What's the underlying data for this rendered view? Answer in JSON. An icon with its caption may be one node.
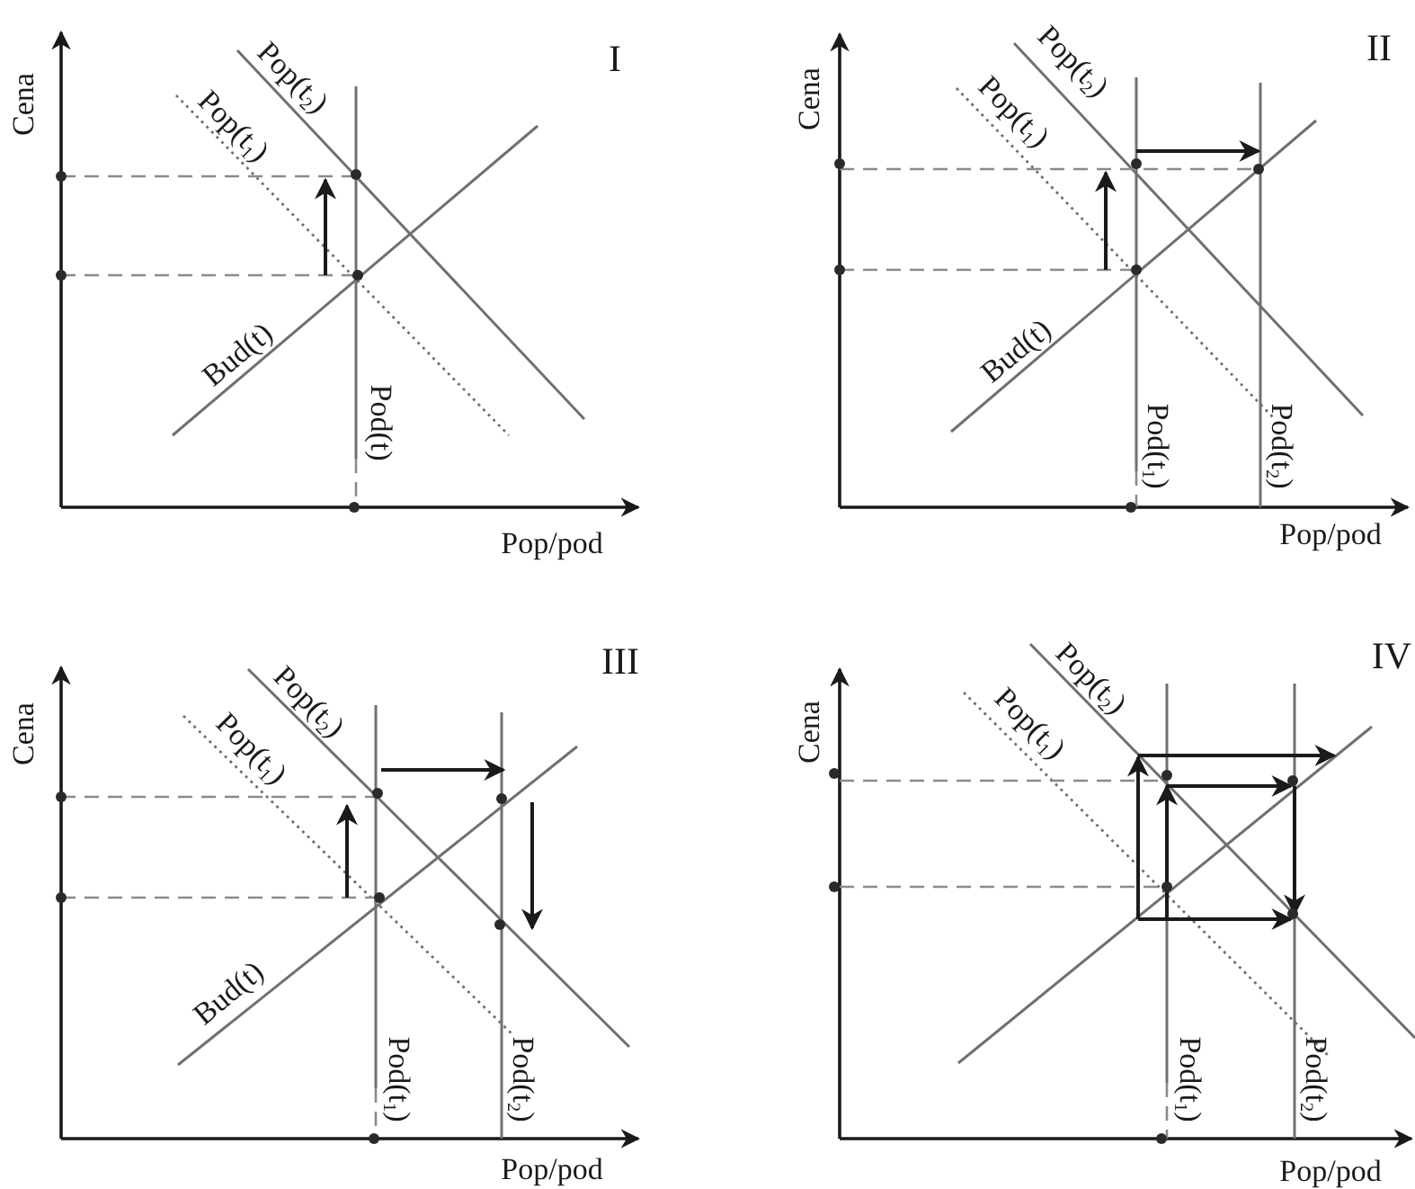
{
  "diagram": {
    "labels": [
      "I",
      "Cena",
      "Pop(t$_{2}$)",
      "Pop(t$_{1}$)",
      "Bud(t)",
      "Pod(t)",
      "Pop/pod",
      "II",
      "Cena",
      "Pop(t$_{2}$)",
      "Pop(t$_{1}$)",
      "Bud(t)",
      "Pod(t$_{1}$)",
      "Pod(t$_{2}$)",
      "Pop/pod",
      "III",
      "Cena",
      "Pop(t$_{2}$)",
      "Pop(t$_{1}$)",
      "Bud(t)",
      "Pod(t$_{1}$)",
      "Pod(t$_{2}$)",
      "Pop/pod",
      "IV",
      "Cena",
      "Pop(t$_{2}$)",
      "Pop(t$_{1}$)",
      "Pod(t$_{1}$)",
      "Pod(t$_{2}$)",
      "Pop/pod"
    ]
  }
}
